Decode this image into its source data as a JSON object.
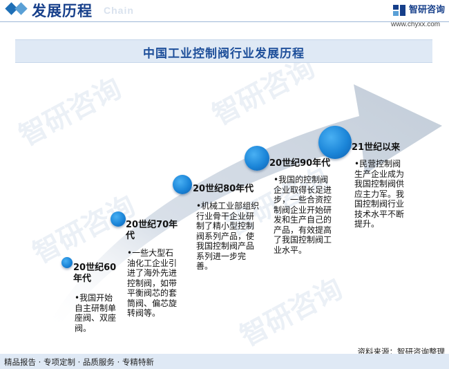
{
  "header": {
    "section_title": "发展历程",
    "section_subtitle": "Chain",
    "logo_name": "智研咨询",
    "logo_url": "www.chyxx.com"
  },
  "diagram_title": "中国工业控制阀行业发展历程",
  "watermark_text": "智研咨询",
  "milestones": [
    {
      "era": "20世纪60年代",
      "desc": "•我国开始自主研制单座阀、双座阀。"
    },
    {
      "era": "20世纪70年代",
      "desc": "•一些大型石油化工企业引进了海外先进控制阀，如带平衡阀芯的套筒阀、偏芯旋转阀等。"
    },
    {
      "era": "20世纪80年代",
      "desc": "•机械工业部组织行业骨干企业研制了精小型控制阀系列产品，使我国控制阀产品系列进一步完善。"
    },
    {
      "era": "20世纪90年代",
      "desc": "•我国的控制阀企业取得长足进步，一些合资控制阀企业开始研发和生产自己的产品，有效提高了我国控制阀工业水平。"
    },
    {
      "era": "21世纪以来",
      "desc": "•民营控制阀生产企业成为我国控制阀供应主力军。我国控制阀行业技术水平不断提升。"
    }
  ],
  "source": "资料来源：智研咨询整理",
  "footer": "精品报告 · 专项定制 · 品质服务 · 专精特新",
  "colors": {
    "arrow": "#c9d3df",
    "node": "#1b85d8",
    "title": "#1e4f9a"
  }
}
